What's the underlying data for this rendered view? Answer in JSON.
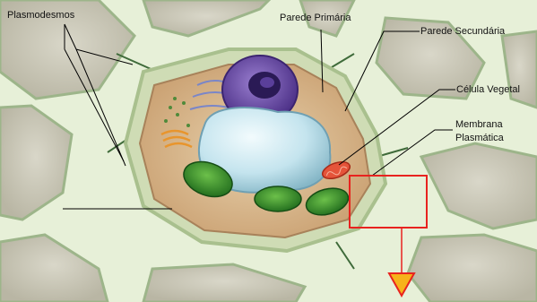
{
  "labels": {
    "plasmodesmos": "Plasmodesmos",
    "parede_primaria": "Parede Primária",
    "parede_secundaria": "Parede Secundária",
    "celula_vegetal": "Célula Vegetal",
    "membrana_line1": "Membrana",
    "membrana_line2": "Plasmática"
  },
  "colors": {
    "highlight_box": "#e8231f",
    "arrow_fill": "#f7b21a",
    "arrow_stroke": "#e8231f",
    "cell_wall": "#dbe9c6",
    "cell_interior": "#c9c8b8",
    "cytoplasm": "#d9b98f",
    "nucleus": "#6b4aa8",
    "vacuole": "#bfe0ea",
    "chloroplast": "#3e8f2c",
    "mitochondrion": "#e5543a"
  }
}
